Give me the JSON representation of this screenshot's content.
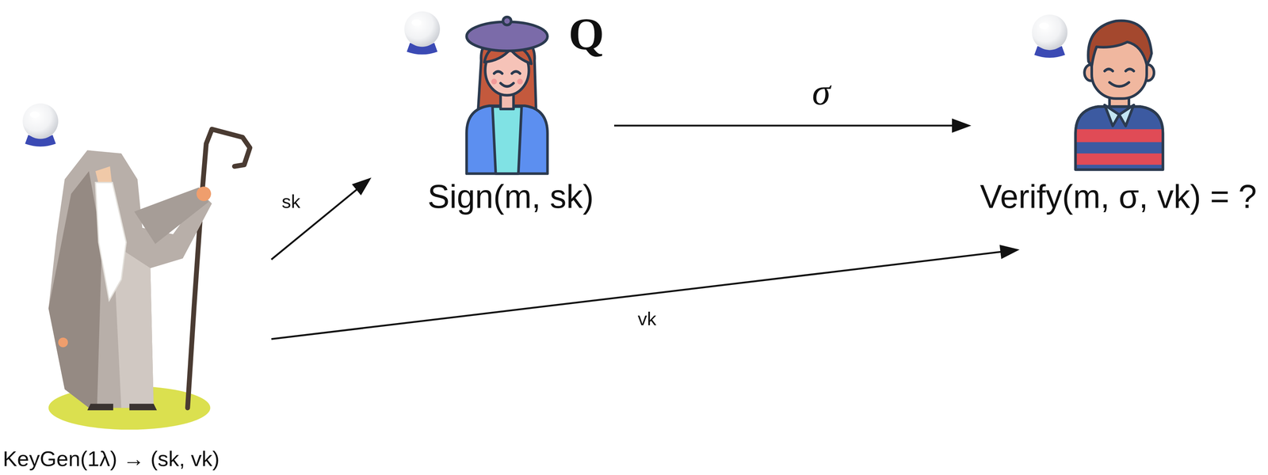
{
  "diagram": {
    "nodes": [
      {
        "text": [
          "KeyGen(1λ) → (sk, vk)"
        ]
      },
      {
        "text": [
          "Sign(m, sk)"
        ]
      },
      {
        "text": [
          "Verify(m, σ, vk) = ?"
        ]
      }
    ],
    "edges": [
      {
        "from": 0,
        "to": 1,
        "label": "sk",
        "arrow": "to"
      },
      {
        "from": 1,
        "to": 2,
        "label": "σ",
        "arrow": "to"
      },
      {
        "from": 0,
        "to": 2,
        "label": "vk",
        "arrow": "to"
      }
    ],
    "labels": [
      "Q"
    ]
  }
}
